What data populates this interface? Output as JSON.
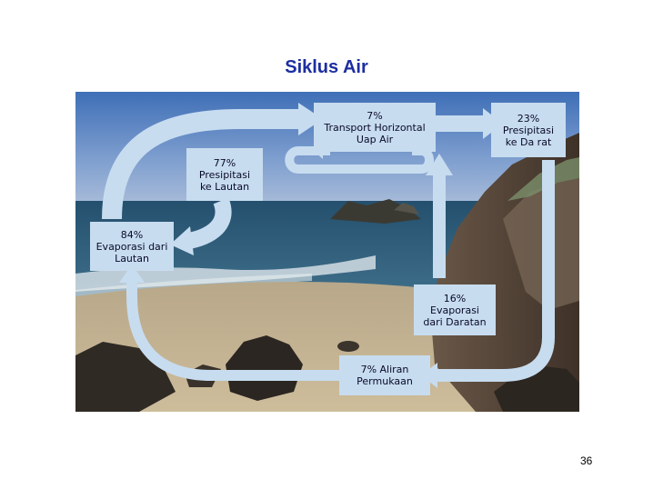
{
  "title": "Siklus Air",
  "boxes": {
    "transport": {
      "line1": "7%",
      "line2": "Transport Horizontal",
      "line3": "Uap Air"
    },
    "precip_land": {
      "line1": "23%",
      "line2": "Presipitasi",
      "line3": "ke Da rat"
    },
    "precip_sea": {
      "line1": "77%",
      "line2": "Presipitasi",
      "line3": "ke Lautan"
    },
    "evap_sea": {
      "line1": "84%",
      "line2": "Evaporasi dari",
      "line3": "Lautan"
    },
    "evap_land": {
      "line1": "16%",
      "line2": "Evaporasi",
      "line3": "dari Daratan"
    },
    "runoff": {
      "line1": "7% Aliran",
      "line2": "Permukaan"
    }
  },
  "colors": {
    "title": "#1d2ea0",
    "arrow": "#c7dcef",
    "label_bg": "#c7dcef"
  },
  "page_number": "36"
}
